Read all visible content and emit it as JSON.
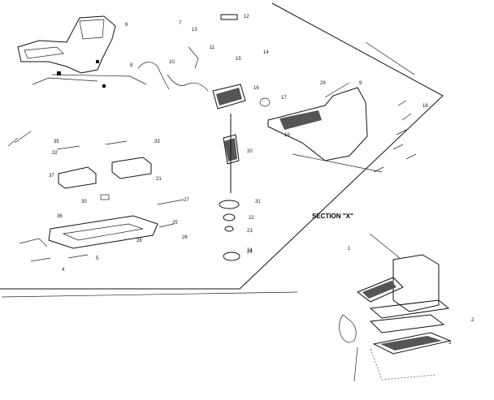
{
  "diagram": {
    "section_label": "SECTION \"X\"",
    "callouts": {
      "c1": "1",
      "c2": "2",
      "c3": "3",
      "c4": "4",
      "c5": "5",
      "c6": "6",
      "c7": "7",
      "c8": "8",
      "c9": "9",
      "c10": "10",
      "c11": "11",
      "c12": "12",
      "c13": "13",
      "c14": "14",
      "c15": "15",
      "c16": "16",
      "c17": "17",
      "c18": "18",
      "c19": "19",
      "c20": "20",
      "c21": "21",
      "c22": "22",
      "c23": "23",
      "c24": "24",
      "c25": "25",
      "c26": "26",
      "c27": "27",
      "c28": "28",
      "c29": "29",
      "c30": "30",
      "c31": "31",
      "c32": "32",
      "c33": "33",
      "c34": "34",
      "c35": "35",
      "c36": "36",
      "c37": "37"
    }
  }
}
